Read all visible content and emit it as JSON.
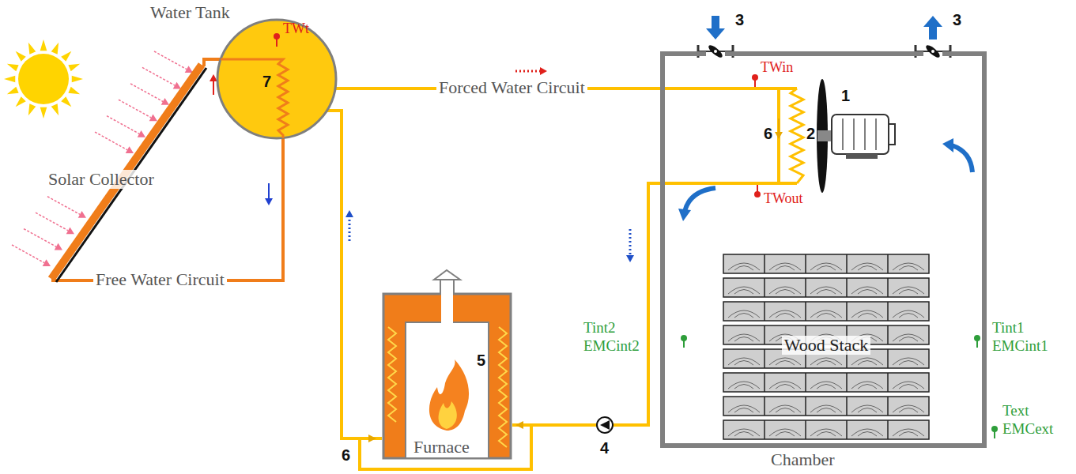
{
  "diagram": {
    "nodes": [
      {
        "text": [
          "Water Tank"
        ]
      },
      {
        "text": [
          "Solar Collector"
        ]
      },
      {
        "text": [
          "Chamber"
        ]
      },
      {
        "text": [
          "Wood Stack"
        ],
        "in": 2
      },
      {
        "text": [
          "Furnace"
        ]
      }
    ],
    "edges": [
      {
        "from": 1,
        "to": 0,
        "arrow": "none",
        "label": "Free Water Circuit"
      },
      {
        "from": 0,
        "to": 2,
        "arrow": "none",
        "label": "Forced Water Circuit"
      },
      {
        "from": 2,
        "to": 4,
        "arrow": "none"
      },
      {
        "from": 4,
        "to": 0,
        "arrow": "none"
      }
    ],
    "labels": [
      "TWt",
      "7",
      "TWin",
      "1",
      "2",
      "6",
      "TWout",
      "3",
      "3",
      "5",
      "6",
      "4",
      "Tint2",
      "EMCint2",
      "Tint1",
      "EMCint1",
      "Text",
      "EMCext"
    ]
  }
}
